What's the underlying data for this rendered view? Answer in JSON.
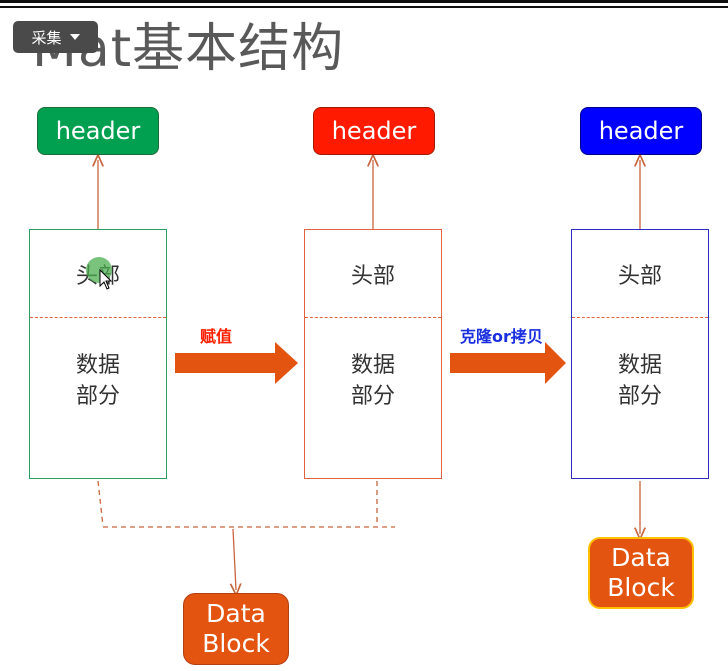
{
  "toolbar": {
    "collect_label": "采集"
  },
  "slide": {
    "title": "Mat基本结构"
  },
  "diagram": {
    "mats": [
      {
        "header_label": "header",
        "header_color": "#00a050",
        "border_color": "#2e9e5e",
        "head_label": "头部",
        "data_label_line1": "数据",
        "data_label_line2": "部分"
      },
      {
        "header_label": "header",
        "header_color": "#ff1a00",
        "border_color": "#e0633d",
        "head_label": "头部",
        "data_label_line1": "数据",
        "data_label_line2": "部分"
      },
      {
        "header_label": "header",
        "header_color": "#0000ff",
        "border_color": "#2b2bbf",
        "head_label": "头部",
        "data_label_line1": "数据",
        "data_label_line2": "部分"
      }
    ],
    "arrows": [
      {
        "label": "赋值",
        "label_color": "#ff2200"
      },
      {
        "label": "克隆or拷贝",
        "label_color": "#1a2fe0"
      }
    ],
    "data_blocks": [
      {
        "line1": "Data",
        "line2": "Block"
      },
      {
        "line1": "Data",
        "line2": "Block"
      }
    ],
    "arrow_fill_color": "#e35410"
  }
}
